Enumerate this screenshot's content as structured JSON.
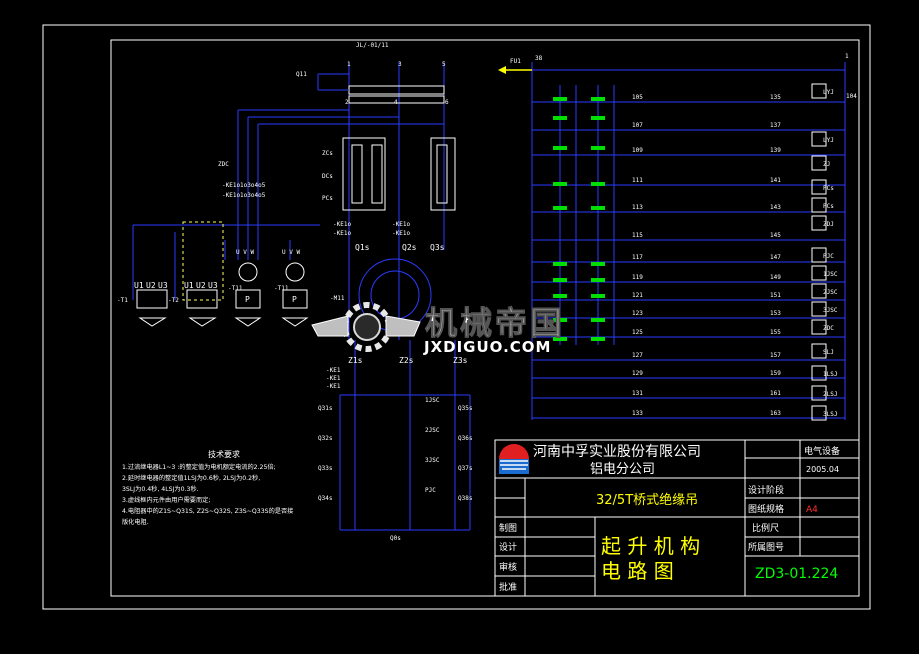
{
  "colors": {
    "background": "#000000",
    "frame": "#ffffff",
    "wire": "#2a3cff",
    "label": "#ffffff",
    "contact": "#00e000",
    "title_green": "#00ff00",
    "title_yellow": "#ffff00",
    "red_note": "#ff3030"
  },
  "top_labels": {
    "bus": "JL/-01/11",
    "p1": "1",
    "p3": "3",
    "p5": "5",
    "p2": "2",
    "p4": "4",
    "p6": "6",
    "q11": "Q11",
    "n38": "38",
    "n1": "1",
    "n104": "104",
    "fu1": "FU1"
  },
  "left_labels": {
    "zdc": "ZDC",
    "r1": "-KE1o1o3o4o5",
    "r2": "-KE1o1o3o4o5",
    "zc": "ZCs",
    "dc": "DCs",
    "pc": "PCs",
    "e1": "-KE1o",
    "e2": "-KE1o",
    "e3": "-KE1o",
    "e4": "-KE1o",
    "q1": "Q1s",
    "q2": "Q2s",
    "q3": "Q3s",
    "u1": "U1",
    "u2": "U2",
    "u3": "U3",
    "u4": "U1",
    "u5": "U2",
    "u6": "U3",
    "uvw1": "U V W",
    "uvw2": "U V W",
    "t1": "-T1",
    "t2": "-T2",
    "t3": "-T11",
    "t4": "-T11",
    "p_a": "P",
    "p_b": "P",
    "m11": "-M11",
    "z1": "Z1s",
    "z2": "Z2s",
    "z3": "Z3s",
    "k1": "-KE1",
    "k2": "-KE1",
    "k3": "-KE1",
    "q31": "Q31s",
    "q32": "Q32s",
    "q33": "Q33s",
    "q34": "Q34s",
    "q35": "Q35s",
    "q36": "Q36s",
    "q37": "Q37s",
    "q38": "Q38s",
    "c1": "1JSC",
    "c2": "2JSC",
    "c3": "3JSC",
    "c4": "PJC",
    "q_bottom": "Q0s"
  },
  "control_nodes": [
    "105",
    "107",
    "109",
    "111",
    "113",
    "115",
    "117",
    "119",
    "121",
    "123",
    "125",
    "127",
    "129",
    "131",
    "133",
    "135",
    "137",
    "139",
    "141",
    "143",
    "145",
    "147",
    "149",
    "151",
    "153",
    "155",
    "157",
    "159",
    "161",
    "163"
  ],
  "coils": [
    "LYJ",
    "LYJ",
    "ZJ",
    "PCs",
    "PCs",
    "ZDJ",
    "PJC",
    "1JSC",
    "2JSC",
    "3JSC",
    "ZDC",
    "SLJ",
    "1LSJ",
    "2LSJ",
    "3LSJ"
  ],
  "watermark": {
    "brand": "机械帝国",
    "url": "JXDIGUO.COM"
  },
  "notes": {
    "heading": "技术要求",
    "lines": [
      "1.过流继电器L1~3 :的整定值为电机额定电流的2.25倍;",
      "2.延时继电器的整定值1LSJ为0.6秒, 2LSJ为0.2秒,",
      "  3SLJ为0.4秒, 4LSJ为0.3秒.",
      "3.虚线框内元件由用户需要而定;",
      "4.电阻器中的Z1S~Q31S, Z2S~Q32S, Z3S~Q33S的是否接",
      "  版化电阻."
    ]
  },
  "title_block": {
    "company": "河南中孚实业股份有限公司",
    "branch": "铝电分公司",
    "category": "电气设备",
    "date": "2005.04",
    "product": "32/5T桥式绝缘吊",
    "design_stage": "设计阶段",
    "paper_size_label": "图纸规格",
    "paper_size_value": "A4",
    "scale_label": "比例尺",
    "drawing_no_label": "所属图号",
    "drawn": "制图",
    "designed": "设计",
    "checked": "审核",
    "approved": "批准",
    "title_line1": "起 升 机 构",
    "title_line2": "电 路 图",
    "drawing_number": "ZD3-01.224"
  }
}
